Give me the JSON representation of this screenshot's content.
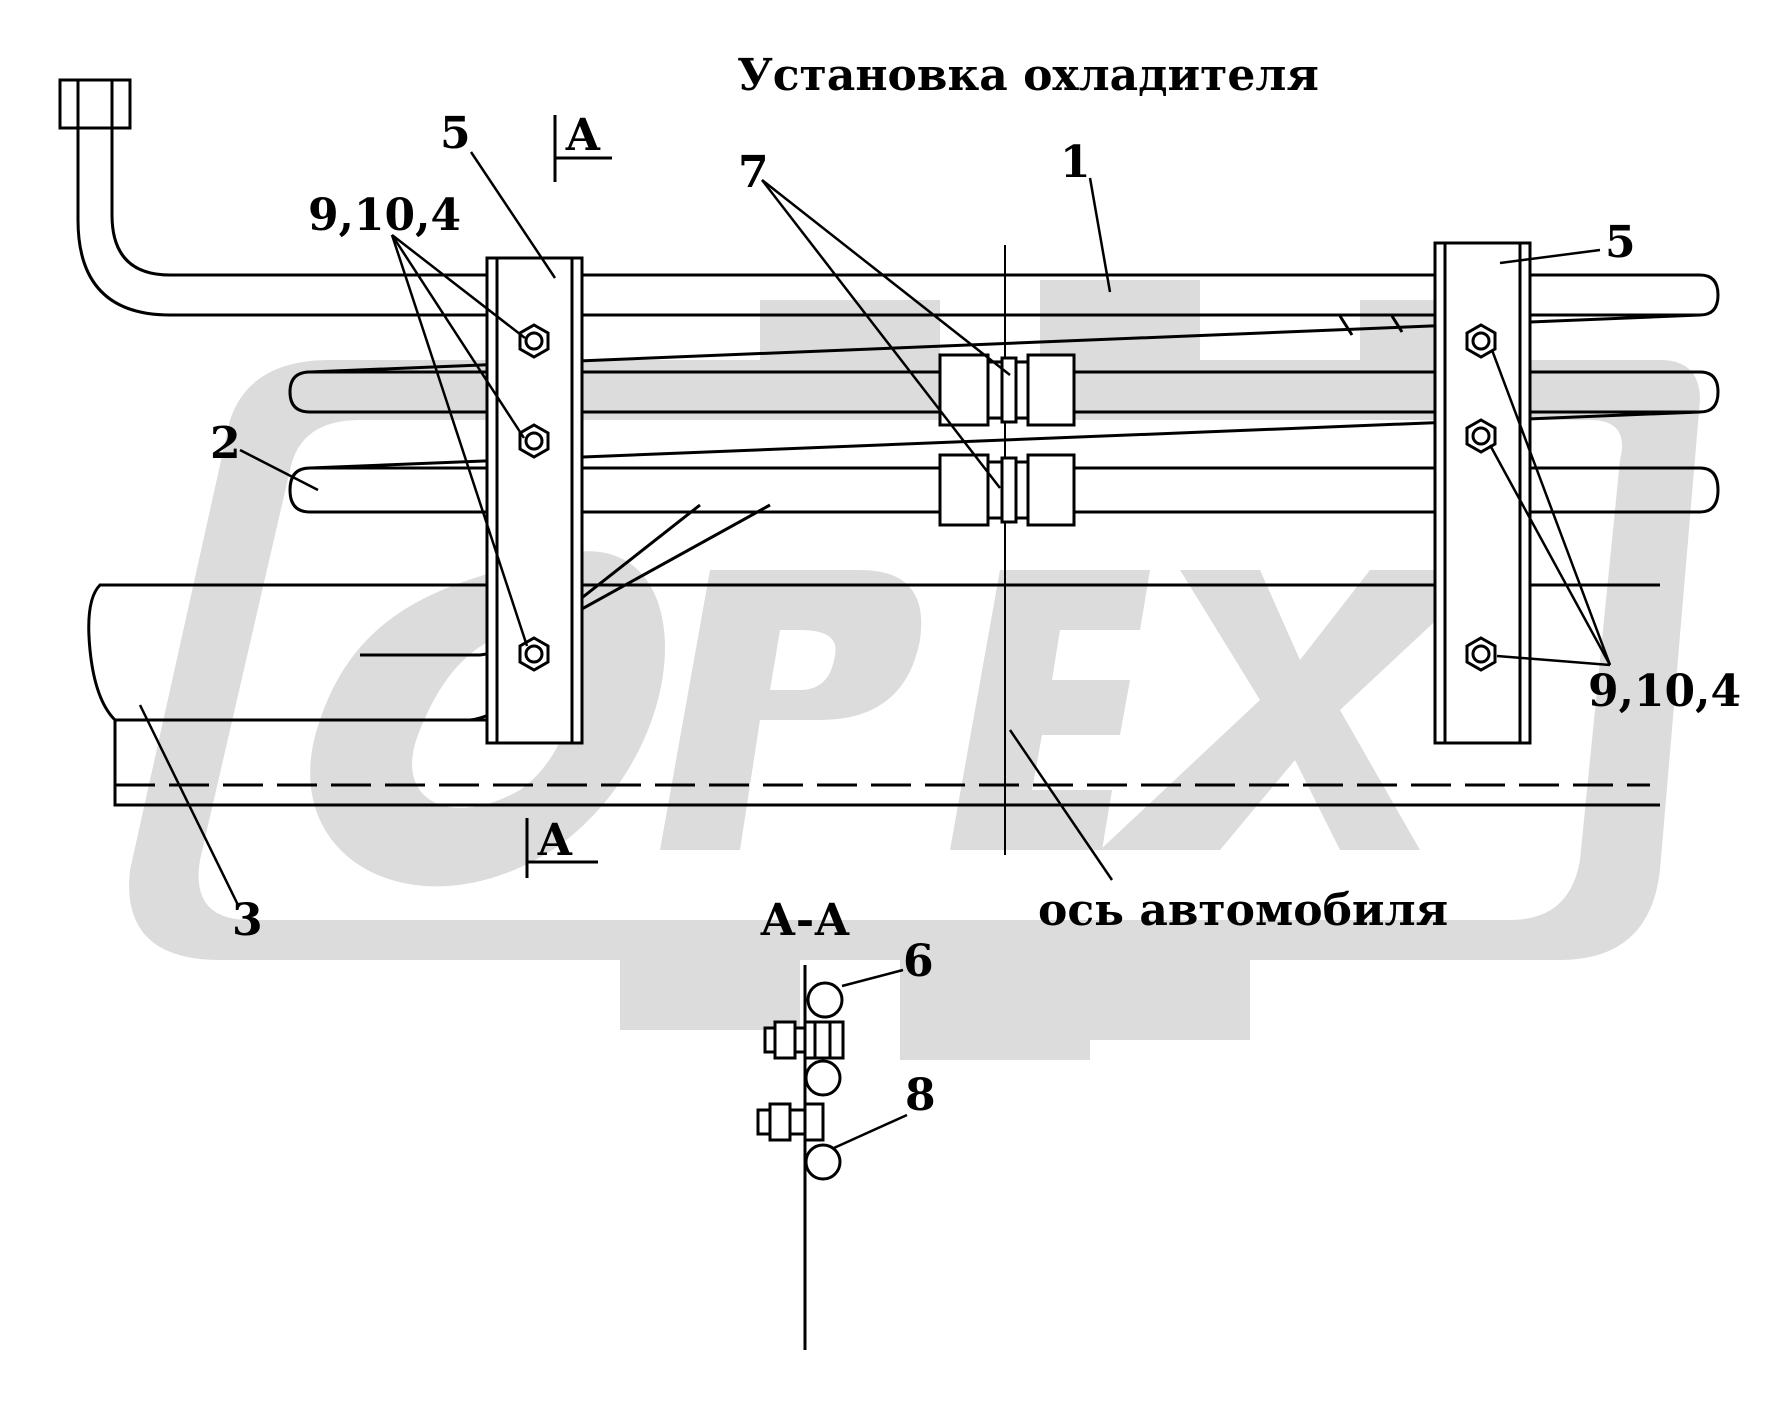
{
  "title": "Установка охладителя",
  "section_marks": {
    "top": "А",
    "bottom": "А"
  },
  "section_view_title": "А-А",
  "axis_label": "ось автомобиля",
  "callouts": {
    "c1": "1",
    "c2": "2",
    "c3": "3",
    "c5_left": "5",
    "c5_right": "5",
    "c6": "6",
    "c7": "7",
    "c8": "8",
    "c9_left": "9,10,4",
    "c9_right": "9,10,4"
  },
  "watermark": {
    "text": "OPEX",
    "color": "#d9d9d9"
  },
  "colors": {
    "line": "#000000",
    "background": "#ffffff",
    "watermark": "#d9d9d9"
  }
}
